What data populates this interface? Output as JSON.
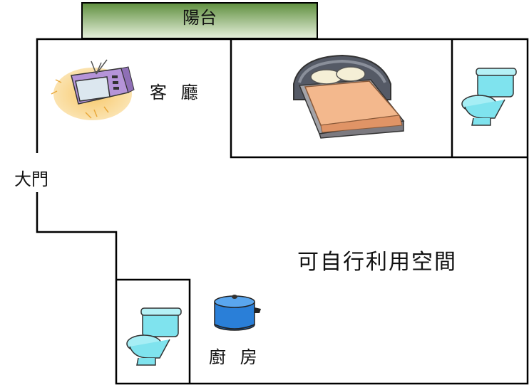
{
  "rooms": {
    "balcony": "陽台",
    "living_room": "客 廳",
    "front_door": "大門",
    "free_space": "可自行利用空間",
    "kitchen": "廚 房"
  },
  "icons": {
    "living_room": "tv-icon",
    "bedroom": "bed-icon",
    "bathroom_top": "toilet-icon",
    "bathroom_bottom": "toilet-icon",
    "kitchen": "pot-icon"
  },
  "colors": {
    "balcony_fill": "#7aa85a",
    "toilet_fill": "#7fe3ee",
    "pot_fill": "#2a7fd8",
    "tv_fill": "#c7a6e0",
    "bedding": "#f0a67a",
    "walls": "#000000"
  }
}
